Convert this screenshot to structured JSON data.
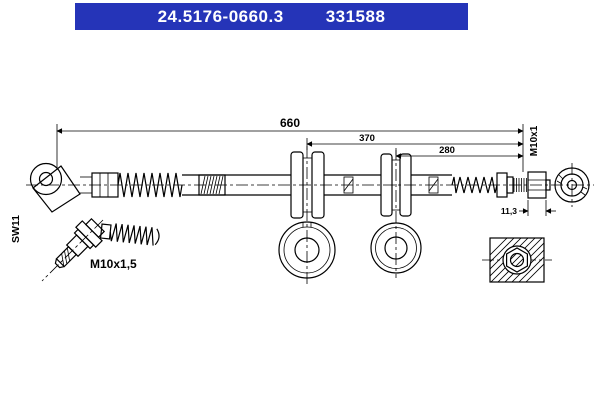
{
  "header": {
    "part_number": "24.5176-0660.3",
    "ref_number": "331588"
  },
  "drawing": {
    "dim_overall_length": "660",
    "dim_length_370": "370",
    "dim_length_280": "280",
    "label_thread_outlet": "M10x1",
    "label_hex_width": "11,3",
    "label_wrench_size": "SW11",
    "label_thread_inlet": "M10x1,5"
  },
  "colors": {
    "header_bg": "#2534b8",
    "header_text": "#ffffff",
    "drawing_line": "#000000"
  }
}
